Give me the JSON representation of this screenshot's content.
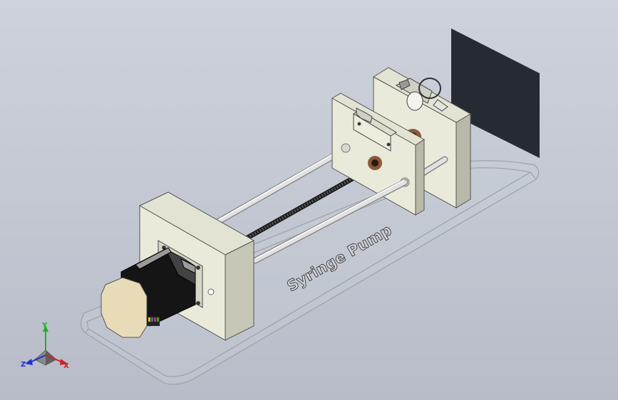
{
  "model": {
    "engraved_text": "Syringe Pump"
  },
  "triad": {
    "y_label": "Y",
    "x_label": "X",
    "z_label": "Z"
  },
  "colors": {
    "background_top": "#cdd2dc",
    "background_bottom": "#b7bcc8",
    "block_face": "#e9ead9",
    "motor_body": "#151515",
    "rod": "#dcdcdc",
    "bushing": "#8a5a3a",
    "shadow_panel": "#262a33",
    "axis_x": "#d42020",
    "axis_y": "#20b020",
    "axis_z": "#2030d0"
  }
}
